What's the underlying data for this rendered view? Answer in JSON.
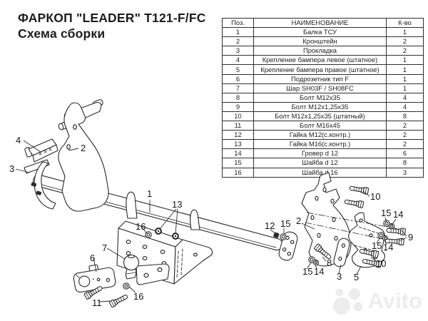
{
  "header": {
    "title_line1": "ФАРКОП \"LEADER\" T121-F/FC",
    "title_line2": "Схема сборки"
  },
  "parts_table": {
    "columns": [
      "Поз.",
      "НАИМЕНОВАНИЕ",
      "К-во"
    ],
    "rows": [
      [
        "1",
        "Балка ТСУ",
        "1"
      ],
      [
        "2",
        "Кронштейн",
        "2"
      ],
      [
        "3",
        "Прокладка",
        "2"
      ],
      [
        "4",
        "Крепление бампера левое (штатное)",
        "1"
      ],
      [
        "5",
        "Крепление бампера правое (штатное)",
        "1"
      ],
      [
        "6",
        "Подрозетник тип F",
        "1"
      ],
      [
        "7",
        "Шар SH03F / SH08FC",
        "1"
      ],
      [
        "8",
        "Болт М12х35",
        "4"
      ],
      [
        "9",
        "Болт М12х1,25х35",
        "4"
      ],
      [
        "10",
        "Болт М12х1,25х35 (штатный)",
        "8"
      ],
      [
        "11",
        "Болт М16х45",
        "2"
      ],
      [
        "12",
        "Гайка М12(с.контр.)",
        "2"
      ],
      [
        "13",
        "Гайка М16(с.контр.)",
        "2"
      ],
      [
        "14",
        "Гровер d 12",
        "6"
      ],
      [
        "15",
        "Шайба d 12",
        "8"
      ],
      [
        "16",
        "Шайба d 16",
        "3"
      ]
    ]
  },
  "drawing": {
    "callouts": [
      "4",
      "3",
      "2",
      "1",
      "13",
      "16",
      "7",
      "6",
      "16",
      "11",
      "12",
      "15",
      "2",
      "10",
      "15",
      "14",
      "9",
      "15",
      "14",
      "8",
      "15",
      "14",
      "3",
      "5",
      "10"
    ]
  },
  "watermark": {
    "text": "Avito"
  },
  "colors": {
    "line": "#2b2b2b",
    "text": "#1c1c1c",
    "table_border": "#2e2e2e",
    "watermark": "#ededed"
  }
}
